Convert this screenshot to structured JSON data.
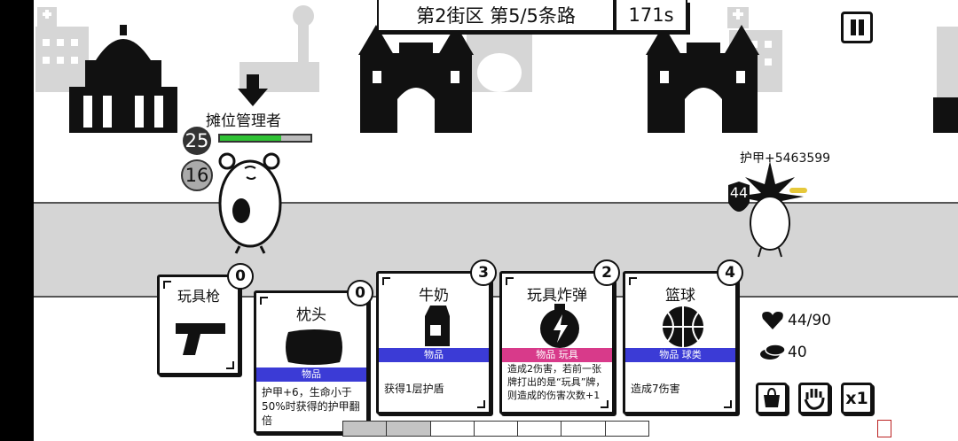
{
  "hud": {
    "district": "第2街区 第5/5条路",
    "timer": "171s"
  },
  "enemy": {
    "name": "摊位管理者",
    "attack": "25",
    "defense": "16",
    "hp_fraction": 0.68
  },
  "player": {
    "armor_text": "护甲+5463599",
    "shield": "44",
    "hp": "44/90",
    "coins": "40",
    "speed": "x1"
  },
  "cards": [
    {
      "title": "玩具枪",
      "cost": "0",
      "icon": "pistol-icon"
    },
    {
      "title": "枕头",
      "cost": "0",
      "icon": "pillow-icon",
      "tag": "物品",
      "tag_color": "#3b3bd6",
      "desc": "护甲+6，生命小于50%时获得的护甲翻倍"
    },
    {
      "title": "牛奶",
      "cost": "3",
      "icon": "milk-carton-icon",
      "tag": "物品",
      "tag_color": "#3b3bd6",
      "desc": "获得1层护盾"
    },
    {
      "title": "玩具炸弹",
      "cost": "2",
      "icon": "bomb-icon",
      "tag": "物品 玩具",
      "tag_color": "#d83a8a",
      "desc": "造成2伤害，若前一张牌打出的是“玩具”牌，则造成的伤害次数+1"
    },
    {
      "title": "篮球",
      "cost": "4",
      "icon": "basketball-icon",
      "tag": "物品 球类",
      "tag_color": "#3b3bd6",
      "desc": "造成7伤害"
    }
  ],
  "progress": {
    "segments": 7,
    "completed": 2
  }
}
